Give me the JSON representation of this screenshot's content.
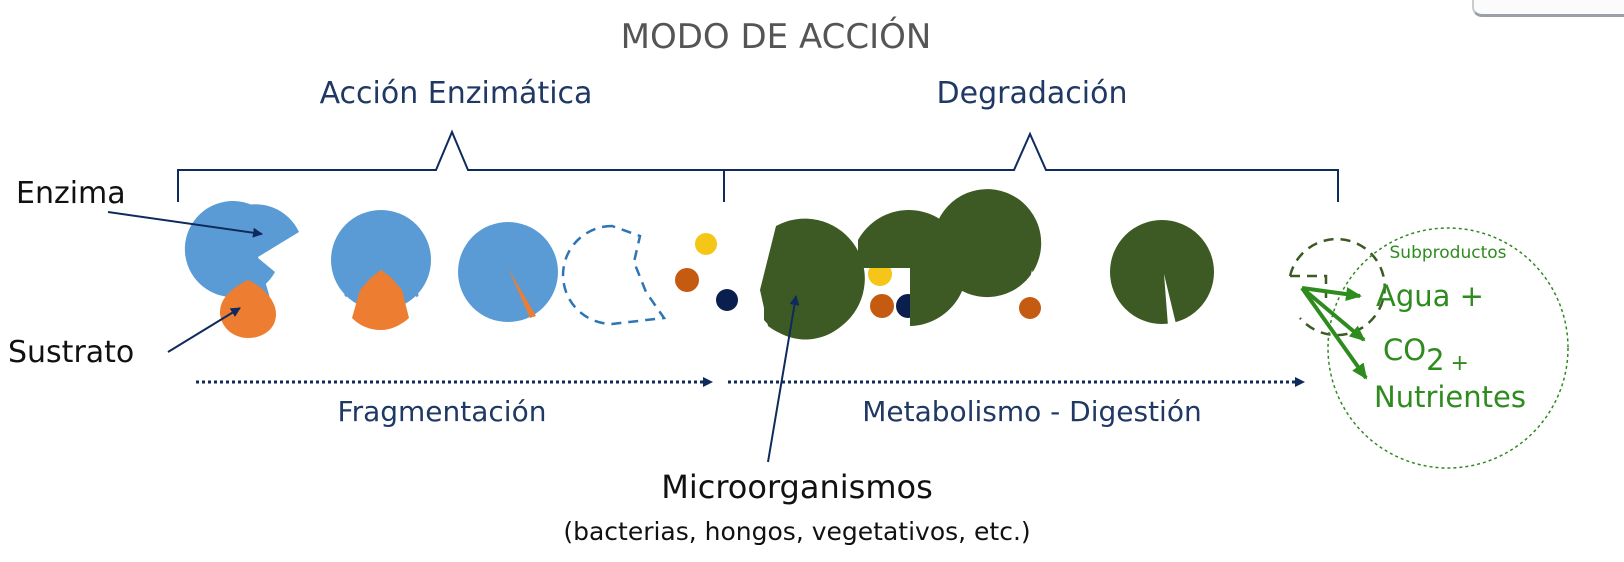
{
  "title": "MODO DE ACCIÓN",
  "phases": {
    "left": "Acción Enzimática",
    "right": "Degradación"
  },
  "labels": {
    "enzyme": "Enzima",
    "substrate": "Sustrato",
    "fragmentation": "Fragmentación",
    "metabolism": "Metabolismo - Digestión",
    "microorganisms": "Microorganismos",
    "microorganisms_note": "(bacterias, hongos, vegetativos, etc.)"
  },
  "byproducts": {
    "heading": "Subproductos",
    "water": "Agua +",
    "co2_main": "CO",
    "co2_sub": "2",
    "co2_plus": "+",
    "nutrients": "Nutrientes"
  },
  "colors": {
    "navy": "#0f2a5c",
    "enzyme_blue": "#5b9bd5",
    "substrate_orange": "#ed7d31",
    "microbe_green": "#3d5a24",
    "byproduct_green": "#2e8b1e",
    "yellow": "#f5c518",
    "rust": "#c55a11",
    "dark_blue_dot": "#0b1f4f"
  }
}
